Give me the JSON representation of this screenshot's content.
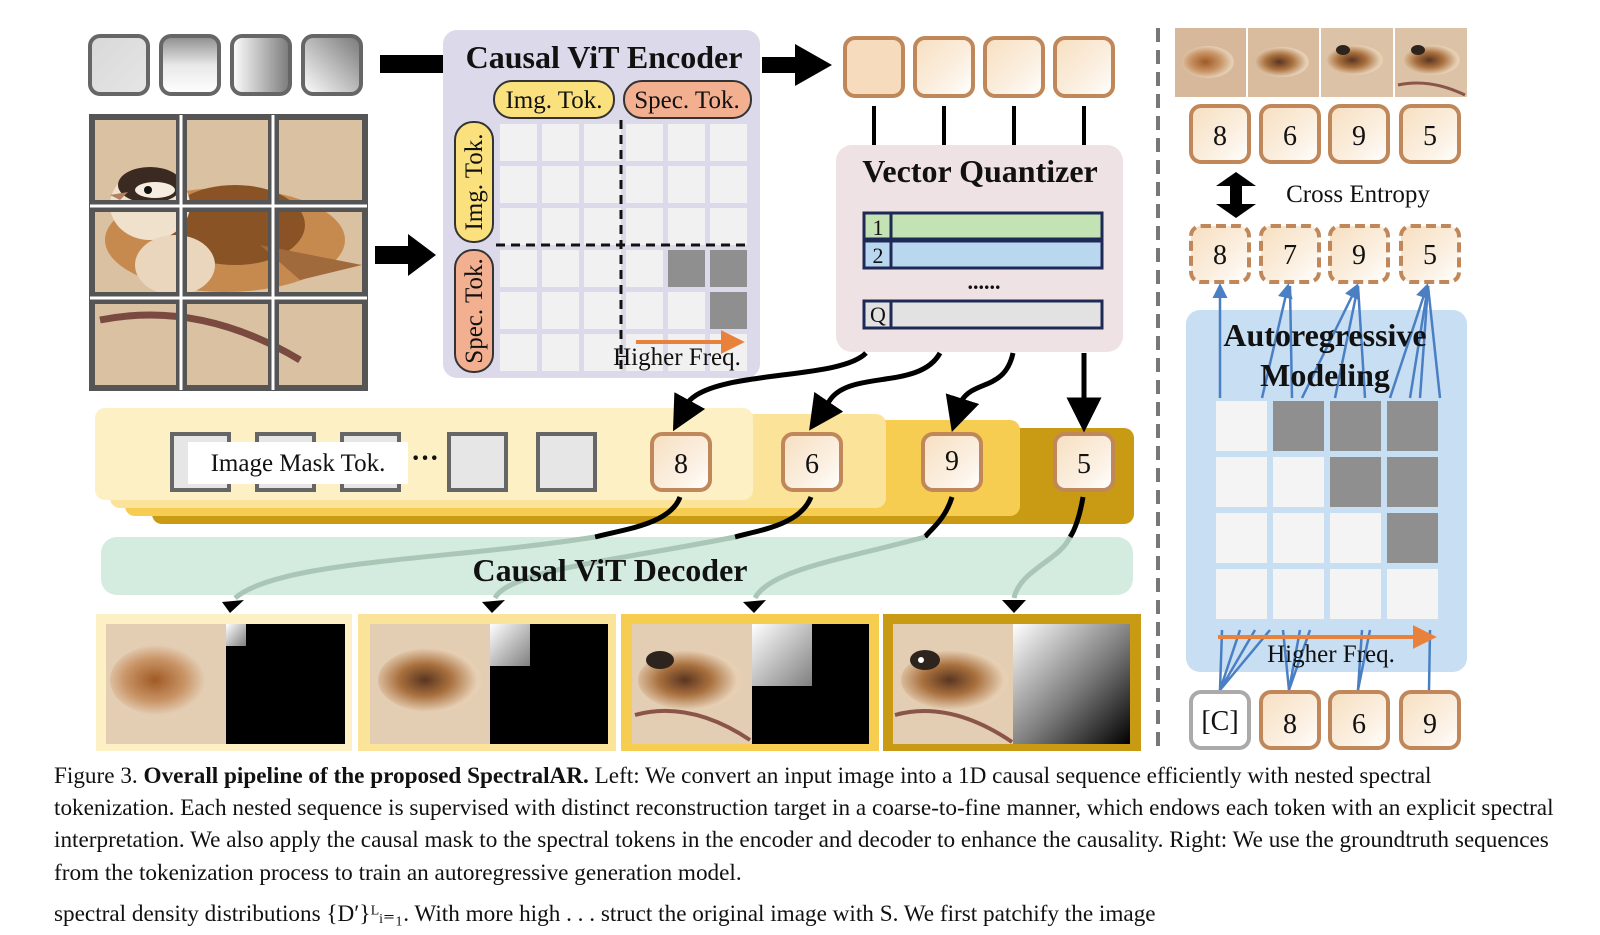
{
  "figure": {
    "encoder_title": "Causal ViT Encoder",
    "img_tok": "Img. Tok.",
    "spec_tok": "Spec. Tok.",
    "higher_freq": "Higher Freq.",
    "vq_title": "Vector Quantizer",
    "codebook_rows": [
      "1",
      "2",
      "Q"
    ],
    "codebook_dots": "......",
    "image_mask_tok": "Image Mask Tok.",
    "ellipsis": "···",
    "quant_tokens": [
      "8",
      "6",
      "9",
      "5"
    ],
    "decoder_title": "Causal ViT Decoder",
    "right_target_tokens": [
      "8",
      "6",
      "9",
      "5"
    ],
    "cross_entropy": "Cross Entropy",
    "right_pred_tokens": [
      "8",
      "7",
      "9",
      "5"
    ],
    "ar_title_1": "Autoregressive",
    "ar_title_2": "Modeling",
    "ar_higher_freq": "Higher Freq.",
    "ar_inputs": [
      "[C]",
      "8",
      "6",
      "9"
    ]
  },
  "caption": {
    "label": "Figure 3.",
    "bold": "Overall pipeline of the proposed SpectralAR.",
    "text": "Left: We convert an input image into a 1D causal sequence efficiently with nested spectral tokenization. Each nested sequence is supervised with distinct reconstruction target in a coarse-to-fine manner, which endows each token with an explicit spectral interpretation. We also apply the causal mask to the spectral tokens in the encoder and decoder to enhance the causality. Right: We use the groundtruth sequences from the tokenization process to train an autoregressive generation model."
  },
  "body_cut_text": "spectral density distributions {D′}ᴸᵢ₌₁. With more high . . . struct the original image with S. We first patchify the image",
  "colors": {
    "encoder_bg": "#dcdaea",
    "vq_bg": "#efe2e4",
    "decoder_bg": "#d4ebdf",
    "ar_bg": "#c8def2",
    "token_border": "#b8865a",
    "img_tok_pill": "#fbe07e",
    "spec_tok_pill": "#f3b090",
    "orange_arrow": "#e8813c",
    "gold_1": "#fdf0c4",
    "gold_2": "#fbe39a",
    "gold_3": "#f6cd50",
    "gold_4": "#c99a14"
  }
}
